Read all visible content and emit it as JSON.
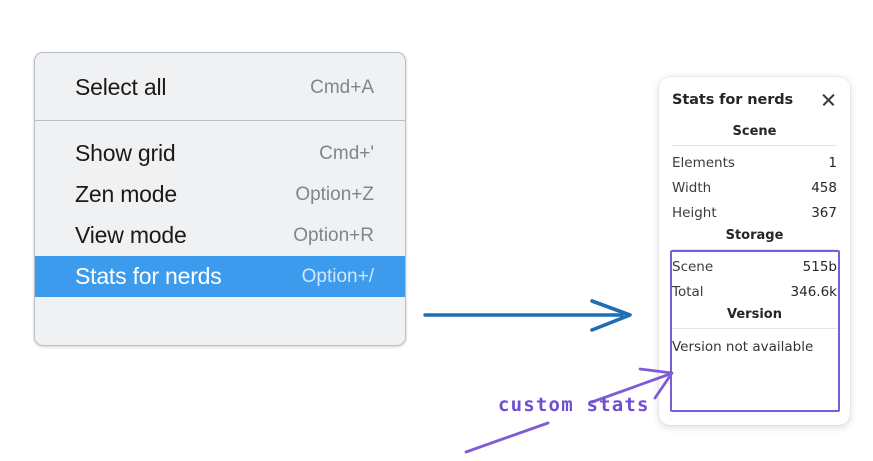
{
  "context_menu": {
    "name": "canvas-context-menu",
    "groups": [
      {
        "items": [
          {
            "label": "Select all",
            "shortcut": "Cmd+A",
            "selected": false
          }
        ]
      },
      {
        "items": [
          {
            "label": "Show grid",
            "shortcut": "Cmd+'",
            "selected": false
          },
          {
            "label": "Zen mode",
            "shortcut": "Option+Z",
            "selected": false
          },
          {
            "label": "View mode",
            "shortcut": "Option+R",
            "selected": false
          },
          {
            "label": "Stats for nerds",
            "shortcut": "Option+/",
            "selected": true
          }
        ]
      }
    ],
    "colors": {
      "background": "#f0f1f3",
      "selected": "#3d9bed",
      "divider": "#b9c0ca",
      "label": "#1a1a1a",
      "shortcut": "#81858c"
    }
  },
  "stats_panel": {
    "title": "Stats for nerds",
    "close_icon": "close-icon",
    "sections": [
      {
        "heading": "Scene",
        "rows": [
          {
            "key": "Elements",
            "value": "1"
          },
          {
            "key": "Width",
            "value": "458"
          },
          {
            "key": "Height",
            "value": "367"
          }
        ]
      },
      {
        "heading": "Storage",
        "rows": [
          {
            "key": "Scene",
            "value": "515b"
          },
          {
            "key": "Total",
            "value": "346.6k"
          }
        ]
      },
      {
        "heading": "Version",
        "plain_rows": [
          "Version not available"
        ]
      }
    ]
  },
  "annotations": {
    "label": "custom stats",
    "blue_arrow_color": "#1f6eb5",
    "purple_color": "#7d5cd8",
    "highlight_box_color": "#7d5cd8"
  }
}
